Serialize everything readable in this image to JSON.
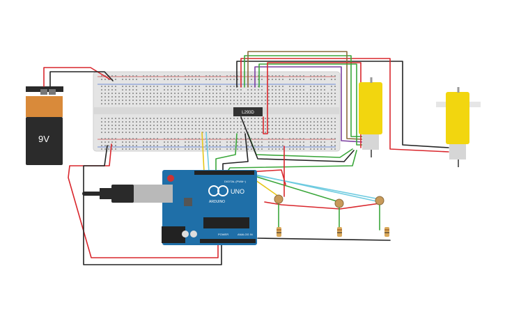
{
  "battery": {
    "label": "9V"
  },
  "driver_chip": {
    "label": "L293D"
  },
  "arduino": {
    "brand": "ARDUINO",
    "model": "UNO",
    "digital_label": "DIGITAL (PWM~)",
    "power_label": "POWER",
    "analog_label": "ANALOG IN"
  },
  "colors": {
    "wire_red": "#d9262c",
    "wire_black": "#222222",
    "wire_green": "#3aa63a",
    "wire_yellow": "#e6c619",
    "wire_blue": "#6ecbe0",
    "wire_purple": "#7b3fa0",
    "wire_brown": "#8a6a3c",
    "board_blue": "#1f6fa8",
    "motor_yellow": "#f2d60f",
    "breadboard": "#e6e6e6"
  }
}
